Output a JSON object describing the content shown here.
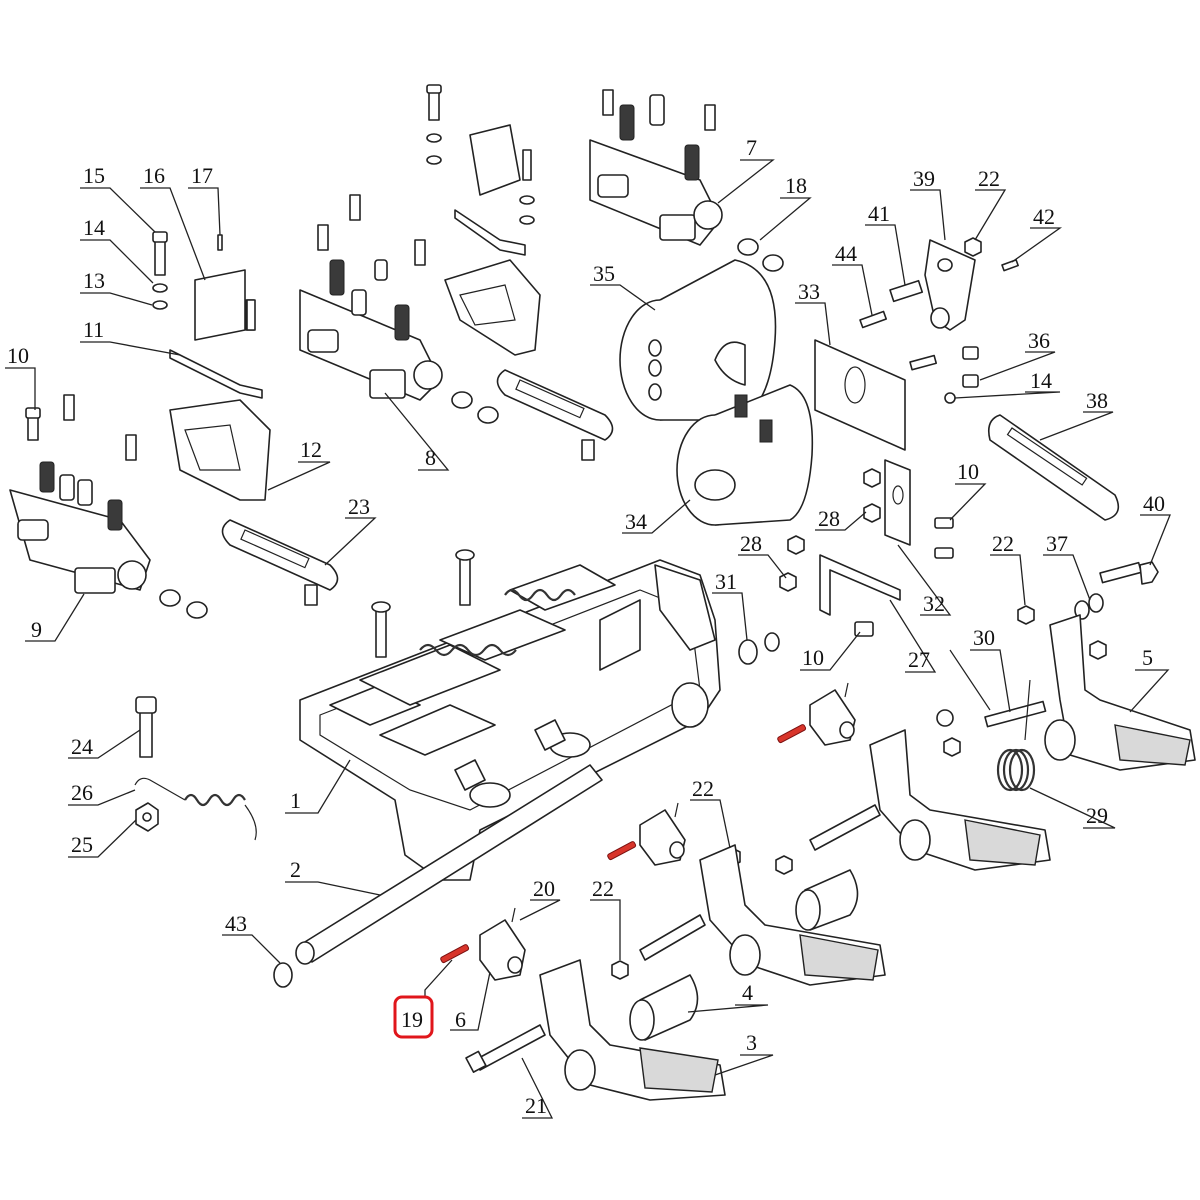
{
  "callouts": [
    {
      "id": "c1",
      "label": "1"
    },
    {
      "id": "c2",
      "label": "2"
    },
    {
      "id": "c3",
      "label": "3"
    },
    {
      "id": "c4",
      "label": "4"
    },
    {
      "id": "c5",
      "label": "5"
    },
    {
      "id": "c6",
      "label": "6"
    },
    {
      "id": "c7",
      "label": "7"
    },
    {
      "id": "c8",
      "label": "8"
    },
    {
      "id": "c9",
      "label": "9"
    },
    {
      "id": "c10a",
      "label": "10"
    },
    {
      "id": "c10b",
      "label": "10"
    },
    {
      "id": "c10c",
      "label": "10"
    },
    {
      "id": "c11",
      "label": "11"
    },
    {
      "id": "c12",
      "label": "12"
    },
    {
      "id": "c13",
      "label": "13"
    },
    {
      "id": "c14a",
      "label": "14"
    },
    {
      "id": "c14b",
      "label": "14"
    },
    {
      "id": "c15",
      "label": "15"
    },
    {
      "id": "c16",
      "label": "16"
    },
    {
      "id": "c17",
      "label": "17"
    },
    {
      "id": "c18",
      "label": "18"
    },
    {
      "id": "c19",
      "label": "19"
    },
    {
      "id": "c20",
      "label": "20"
    },
    {
      "id": "c21",
      "label": "21"
    },
    {
      "id": "c22a",
      "label": "22"
    },
    {
      "id": "c22b",
      "label": "22"
    },
    {
      "id": "c22c",
      "label": "22"
    },
    {
      "id": "c22d",
      "label": "22"
    },
    {
      "id": "c23",
      "label": "23"
    },
    {
      "id": "c24",
      "label": "24"
    },
    {
      "id": "c25",
      "label": "25"
    },
    {
      "id": "c26",
      "label": "26"
    },
    {
      "id": "c27",
      "label": "27"
    },
    {
      "id": "c28a",
      "label": "28"
    },
    {
      "id": "c28b",
      "label": "28"
    },
    {
      "id": "c29",
      "label": "29"
    },
    {
      "id": "c30",
      "label": "30"
    },
    {
      "id": "c31",
      "label": "31"
    },
    {
      "id": "c32",
      "label": "32"
    },
    {
      "id": "c33",
      "label": "33"
    },
    {
      "id": "c34",
      "label": "34"
    },
    {
      "id": "c35",
      "label": "35"
    },
    {
      "id": "c36",
      "label": "36"
    },
    {
      "id": "c37",
      "label": "37"
    },
    {
      "id": "c38",
      "label": "38"
    },
    {
      "id": "c39",
      "label": "39"
    },
    {
      "id": "c40",
      "label": "40"
    },
    {
      "id": "c41",
      "label": "41"
    },
    {
      "id": "c42",
      "label": "42"
    },
    {
      "id": "c43",
      "label": "43"
    },
    {
      "id": "c44",
      "label": "44"
    }
  ],
  "highlighted_callout": "19",
  "colors": {
    "line": "#222222",
    "highlight": "#e0161b",
    "pin_red": "#d8352b",
    "background": "#ffffff"
  }
}
